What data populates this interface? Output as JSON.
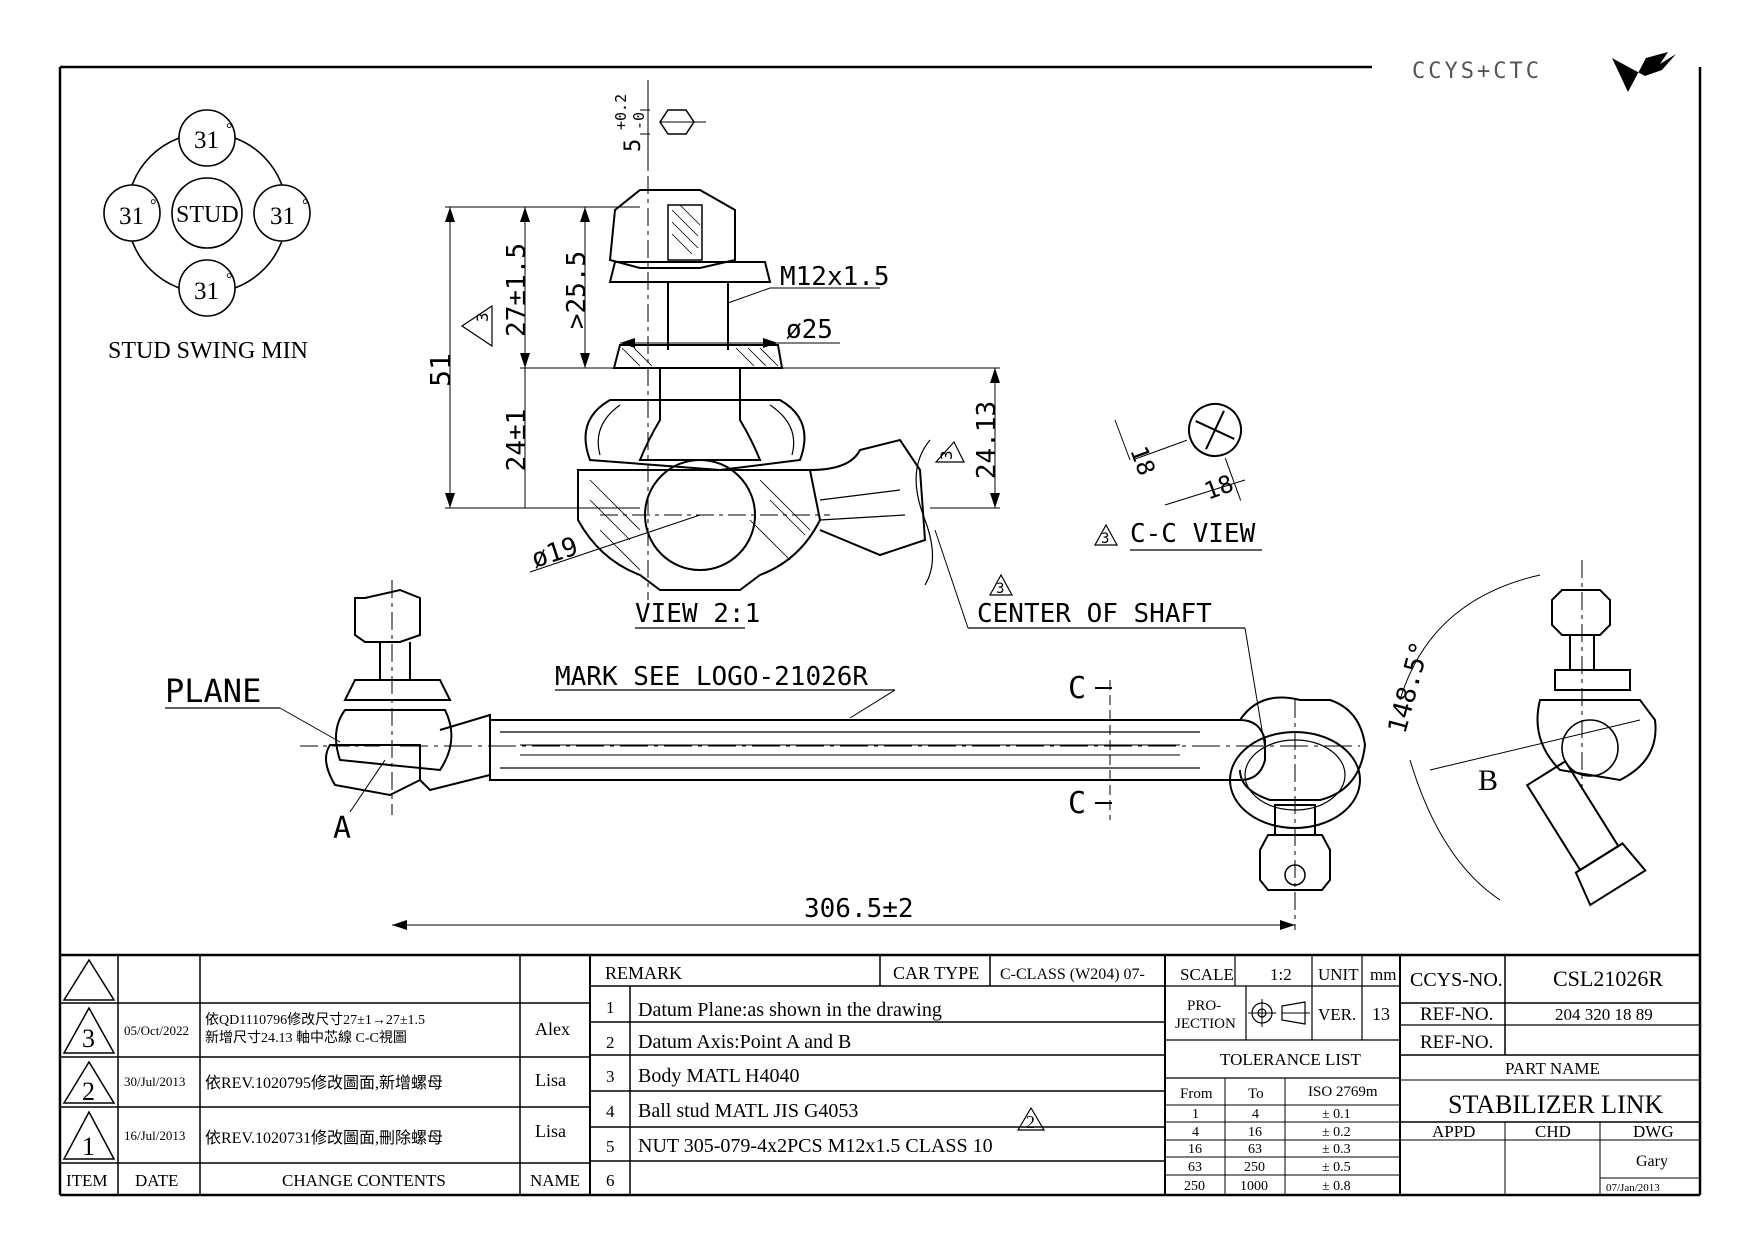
{
  "logo": {
    "text": "CCYS+CTC"
  },
  "swing": {
    "top": "31",
    "left": "31",
    "right": "31",
    "bottom": "31",
    "degree": "°",
    "center": "STUD",
    "caption": "STUD SWING MIN"
  },
  "dims": {
    "hex_tol": "5+0.2\n -0",
    "hex_tol_top": "+0.2",
    "hex_tol_bot": "-0",
    "hex_val": "5",
    "overall_height": "51",
    "upper_height": "27±1.5",
    "min_length": ">25.5",
    "lower_height": "24±1",
    "thread": "M12x1.5",
    "diameter_25": "ø25",
    "height_2413": "24.13",
    "ball_dia": "ø19",
    "flat_a": "18",
    "flat_b": "18",
    "length": "306.5±2",
    "angle": "148.5°",
    "rev3": "3"
  },
  "labels": {
    "view_detail": "VIEW 2:1",
    "cc_view": "C-C VIEW",
    "center_shaft": "CENTER OF SHAFT",
    "mark": "MARK SEE LOGO-21026R",
    "plane": "PLANE",
    "point_a": "A",
    "point_b": "B",
    "section_c": "C"
  },
  "revisions": {
    "header": {
      "item": "ITEM",
      "date": "DATE",
      "contents": "CHANGE CONTENTS",
      "name": "NAME"
    },
    "rows": [
      {
        "num": "3",
        "date": "05/Oct/2022",
        "line1": "依QD1110796修改尺寸27±1→27±1.5",
        "line2": "新增尺寸24.13 軸中芯線 C-C視圖",
        "name": "Alex"
      },
      {
        "num": "2",
        "date": "30/Jul/2013",
        "line1": "依REV.1020795修改圖面,新增螺母",
        "line2": "",
        "name": "Lisa"
      },
      {
        "num": "1",
        "date": "16/Jul/2013",
        "line1": "依REV.1020731修改圖面,刪除螺母",
        "line2": "",
        "name": "Lisa"
      }
    ]
  },
  "remarks": {
    "header": "REMARK",
    "car_type_label": "CAR TYPE",
    "car_type": "C-CLASS (W204) 07-",
    "items": [
      {
        "n": "1",
        "text": "Datum Plane:as shown in the drawing"
      },
      {
        "n": "2",
        "text": "Datum Axis:Point A and B"
      },
      {
        "n": "3",
        "text": "Body MATL H4040"
      },
      {
        "n": "4",
        "text": "Ball stud MATL JIS G4053"
      },
      {
        "n": "5",
        "text": "NUT 305-079-4x2PCS M12x1.5 CLASS 10"
      },
      {
        "n": "6",
        "text": ""
      }
    ],
    "rev_mark": "2"
  },
  "spec": {
    "scale_label": "SCALE",
    "scale": "1:2",
    "unit_label": "UNIT",
    "unit": "mm",
    "projection_label1": "PRO-",
    "projection_label2": "JECTION",
    "ver_label": "VER.",
    "ver": "13",
    "tolerance_title": "TOLERANCE LIST",
    "tol_head": {
      "from": "From",
      "to": "To",
      "iso": "ISO 2769m"
    },
    "tolerances": [
      {
        "from": "1",
        "to": "4",
        "tol": "± 0.1"
      },
      {
        "from": "4",
        "to": "16",
        "tol": "± 0.2"
      },
      {
        "from": "16",
        "to": "63",
        "tol": "± 0.3"
      },
      {
        "from": "63",
        "to": "250",
        "tol": "± 0.5"
      },
      {
        "from": "250",
        "to": "1000",
        "tol": "± 0.8"
      }
    ]
  },
  "title_block": {
    "ccys_label": "CCYS-NO.",
    "ccys_no": "CSL21026R",
    "ref_label": "REF-NO.",
    "ref_no": "204 320 18 89",
    "ref2_label": "REF-NO.",
    "ref2_no": "",
    "part_name_label": "PART NAME",
    "part_name": "STABILIZER LINK",
    "appd": "APPD",
    "chd": "CHD",
    "dwg": "DWG",
    "drawer": "Gary",
    "drawn_date": "07/Jan/2013"
  }
}
